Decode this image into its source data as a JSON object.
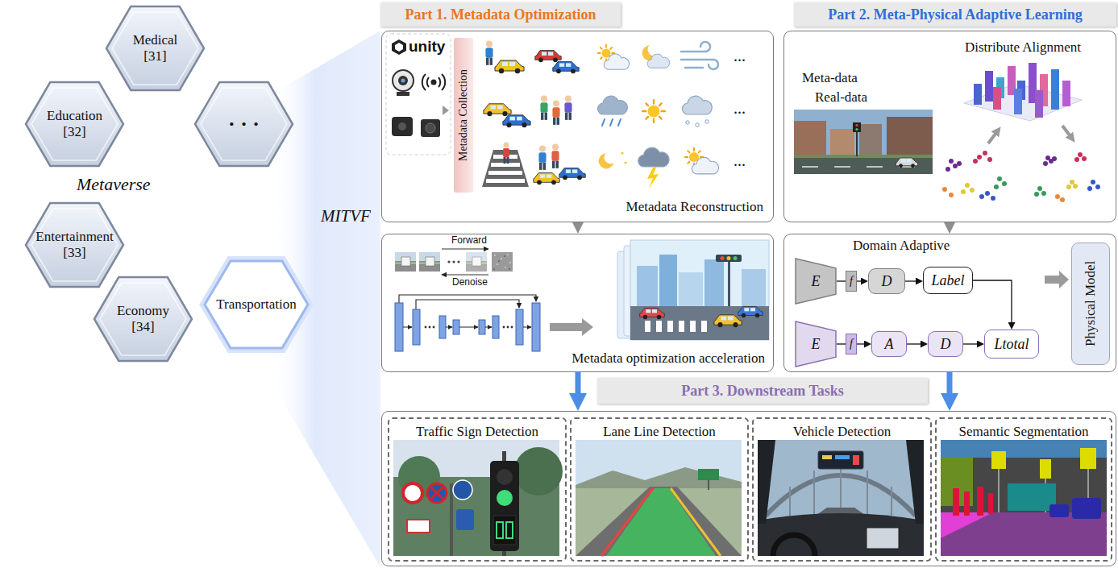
{
  "diagram": {
    "nodes": [
      {
        "text": [
          "Medical [31]"
        ]
      },
      {
        "text": [
          "Education [32]"
        ]
      },
      {
        "text": [
          "· · ·"
        ]
      },
      {
        "text": [
          "Entertainment [33]"
        ]
      },
      {
        "text": [
          "Economy [34]"
        ]
      },
      {
        "text": [
          "Transportation"
        ]
      },
      {
        "text": [
          "Part 1. Metadata Optimization"
        ]
      },
      {
        "text": [
          "Metadata Reconstruction"
        ]
      },
      {
        "text": [
          "Metadata Collection"
        ],
        "in": 7
      },
      {
        "text": [
          "Metadata optimization acceleration"
        ]
      },
      {
        "text": [
          "Part 2. Meta-Physical Adaptive Learning"
        ]
      },
      {
        "text": [
          "Meta-data",
          "Real-data",
          "Distribute Alignment"
        ]
      },
      {
        "text": [
          "Domain Adaptive"
        ]
      },
      {
        "text": [
          "E"
        ],
        "in": 12
      },
      {
        "text": [
          "f"
        ],
        "in": 12
      },
      {
        "text": [
          "D"
        ],
        "in": 12
      },
      {
        "text": [
          "Label"
        ],
        "in": 12
      },
      {
        "text": [
          "E"
        ],
        "in": 12
      },
      {
        "text": [
          "f"
        ],
        "in": 12
      },
      {
        "text": [
          "A"
        ],
        "in": 12
      },
      {
        "text": [
          "D"
        ],
        "in": 12
      },
      {
        "text": [
          "Ltotal"
        ],
        "in": 12
      },
      {
        "text": [
          "Physical Model"
        ],
        "in": 12
      },
      {
        "text": [
          "Part 3. Downstream Tasks"
        ]
      },
      {
        "text": [
          "Traffic Sign Detection"
        ],
        "in": 23
      },
      {
        "text": [
          "Lane Line Detection"
        ],
        "in": 23
      },
      {
        "text": [
          "Vehicle Detection"
        ],
        "in": 23
      },
      {
        "text": [
          "Semantic Segmentation"
        ],
        "in": 23
      }
    ],
    "edges": [
      {
        "from": 7,
        "to": 9,
        "arrow": "to"
      },
      {
        "from": 11,
        "to": 12,
        "arrow": "to"
      },
      {
        "from": 9,
        "to": 23,
        "arrow": "to"
      },
      {
        "from": 12,
        "to": 23,
        "arrow": "to"
      },
      {
        "from": 13,
        "to": 14,
        "arrow": "none"
      },
      {
        "from": 14,
        "to": 15,
        "arrow": "to"
      },
      {
        "from": 15,
        "to": 16,
        "arrow": "to"
      },
      {
        "from": 16,
        "to": 21,
        "arrow": "to"
      },
      {
        "from": 17,
        "to": 18,
        "arrow": "none"
      },
      {
        "from": 18,
        "to": 19,
        "arrow": "to"
      },
      {
        "from": 19,
        "to": 20,
        "arrow": "to"
      },
      {
        "from": 20,
        "to": 21,
        "arrow": "to"
      }
    ],
    "labels": [
      "Metaverse",
      "MITVF",
      "unity",
      "...",
      "...",
      "...",
      "Forward",
      "Denoise"
    ]
  }
}
